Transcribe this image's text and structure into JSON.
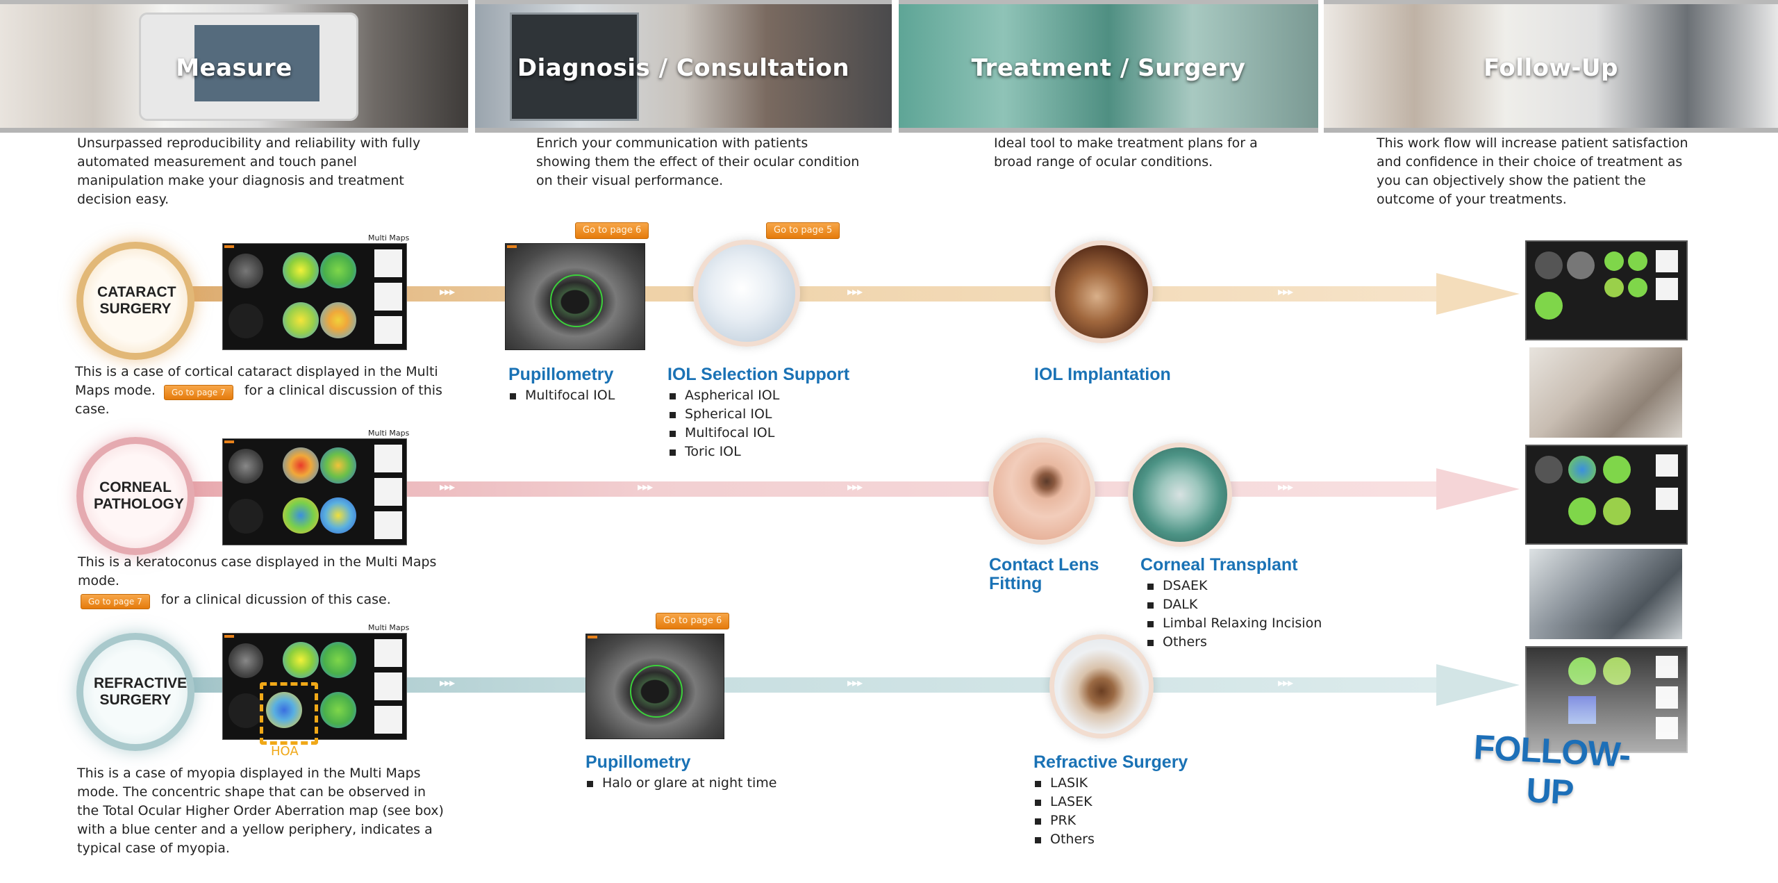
{
  "header": {
    "banners": [
      {
        "title": "Measure"
      },
      {
        "title": "Diagnosis / Consultation"
      },
      {
        "title": "Treatment / Surgery"
      },
      {
        "title": "Follow-Up"
      }
    ],
    "intros": [
      "Unsurpassed reproducibility and reliability with fully automated measurement and touch panel manipulation make your diagnosis and treatment decision easy.",
      "Enrich your communication with patients showing them the effect of their ocular condition on their visual performance.",
      "Ideal tool to make treatment plans for a broad range of ocular conditions.",
      "This work flow will increase patient satisfaction and confidence in their choice of treatment as you can objectively show the patient the outcome of your treatments."
    ]
  },
  "multimaps_label": "Multi Maps",
  "cataract": {
    "case_label": "CATARACT SURGERY",
    "caption_before": "This is a case of cortical cataract displayed in the Multi Maps mode.",
    "caption_after": "for a clinical discussion of this case.",
    "go_caption": "Go to page 7",
    "go_pupil": "Go to page 6",
    "go_iol": "Go to page 5",
    "pupil_title": "Pupillometry",
    "pupil_items": [
      "Multifocal IOL"
    ],
    "iol_title": "IOL Selection Support",
    "iol_items": [
      "Aspherical IOL",
      "Spherical IOL",
      "Multifocal IOL",
      "Toric IOL"
    ],
    "implant_title": "IOL Implantation"
  },
  "corneal": {
    "case_label": "CORNEAL PATHOLOGY",
    "caption_before": "This is a keratoconus case displayed in the Multi Maps mode.",
    "caption_after": "for a clinical dicussion of this case.",
    "go_caption": "Go to page 7",
    "contact_title": "Contact Lens Fitting",
    "transplant_title": "Corneal Transplant",
    "transplant_items": [
      "DSAEK",
      "DALK",
      "Limbal Relaxing Incision",
      "Others"
    ]
  },
  "refractive": {
    "case_label": "REFRACTIVE SURGERY",
    "hoa_label": "HOA",
    "caption": "This is a case of myopia displayed in the Multi Maps mode. The concentric shape that can be observed in the Total Ocular Higher Order Aberration map (see box) with a blue center and a yellow periphery, indicates a typical case of myopia.",
    "go_pupil": "Go to page 6",
    "pupil_title": "Pupillometry",
    "pupil_items": [
      "Halo or glare at night time"
    ],
    "surgery_title": "Refractive Surgery",
    "surgery_items": [
      "LASIK",
      "LASEK",
      "PRK",
      "Others"
    ]
  },
  "followup_label": "FOLLOW-UP",
  "colors": {
    "title_blue": "#1a72b5",
    "cataract_flow": "#e7c089",
    "corneal_flow": "#efb9bd",
    "refractive_flow": "#b6d3d6",
    "button_orange": "#ef8f1f",
    "hoa_yellow": "#f0a818"
  }
}
